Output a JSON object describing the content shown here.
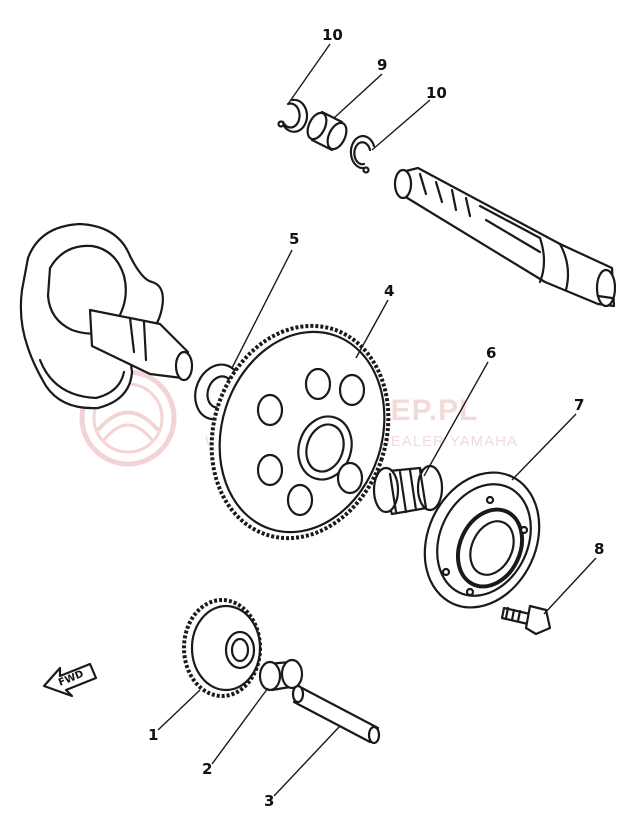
{
  "callouts": {
    "p1": "1",
    "p2": "2",
    "p3": "3",
    "p4": "4",
    "p5": "5",
    "p6": "6",
    "p7": "7",
    "p8": "8",
    "p9": "9",
    "p10a": "10",
    "p10b": "10"
  },
  "fwd_label": "FWD",
  "watermark": {
    "title": "YAMASKLEP.PL",
    "subtitle": "WEB SHOP OFFICIAL DEALER YAMAHA",
    "color": "#e8a0a0"
  }
}
